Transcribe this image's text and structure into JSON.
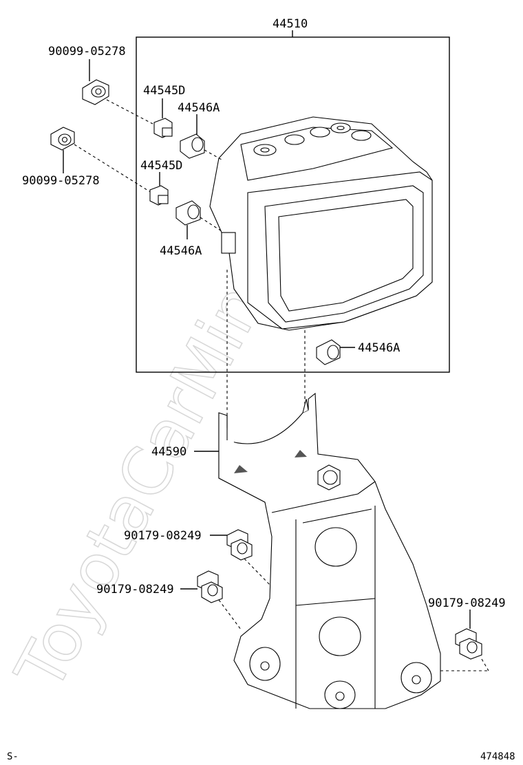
{
  "watermark": "ToyotaCarMine.ru",
  "labels": {
    "assembly": "44510",
    "bolt_top": "90099-05278",
    "bolt_mid": "90099-05278",
    "union_1": "44545D",
    "union_2": "44545D",
    "cushion_1": "44546A",
    "cushion_2": "44546A",
    "cushion_3": "44546A",
    "bracket": "44590",
    "bolt_a": "90179-08249",
    "bolt_b": "90179-08249",
    "bolt_c": "90179-08249"
  },
  "footer": {
    "left": "S-",
    "right": "474848"
  }
}
